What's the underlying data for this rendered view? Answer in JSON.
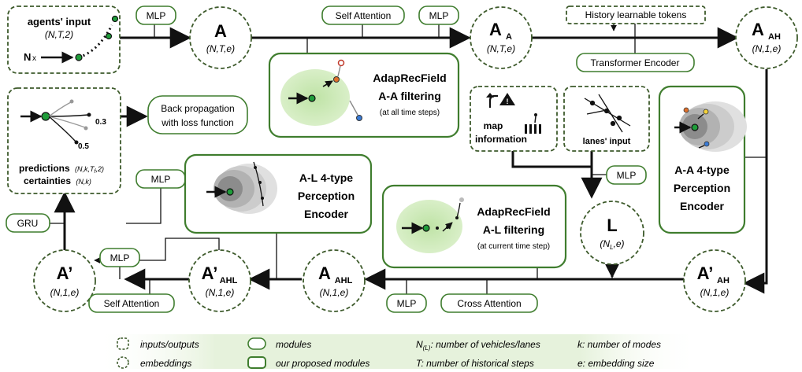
{
  "modules": {
    "mlp_agents": "MLP",
    "self_attention_top": "Self Attention",
    "mlp_top": "MLP",
    "history_tokens": "History learnable tokens",
    "transformer_encoder": "Transformer Encoder",
    "back_propagation_line1": "Back propagation",
    "back_propagation_line2": "with loss function",
    "mlp_lanes": "MLP",
    "mlp_gru": "MLP",
    "gru": "GRU",
    "mlp_bottom_left": "MLP",
    "self_attention_bottom": "Self Attention",
    "mlp_bottom_mid": "MLP",
    "cross_attention": "Cross Attention"
  },
  "inputs": {
    "agents_title": "agents' input",
    "agents_dims": "(N,T,2)",
    "agents_n": "N",
    "agents_x": "x",
    "map_line1": "map",
    "map_line2": "information",
    "lanes_title": "lanes' input",
    "predictions_label": "predictions",
    "predictions_dims": "(N,k,T",
    "predictions_dims_sub": "f",
    "predictions_dims_end": ",2)",
    "certainties_label": "certainties",
    "certainties_dims": "(N,k)",
    "pred_val_top": "0.3",
    "pred_val_bottom": "0.5"
  },
  "embeddings": {
    "A": {
      "main": "A",
      "sub": "",
      "dims": "(N,T,e)"
    },
    "AA": {
      "main": "A",
      "sub": "A",
      "dims": "(N,T,e)"
    },
    "AAH": {
      "main": "A",
      "sub": "AH",
      "dims": "(N,1,e)"
    },
    "L": {
      "main": "L",
      "sub": "",
      "dims_pre": "(N",
      "dims_sub": "L",
      "dims_post": ",e)"
    },
    "AprAH": {
      "main": "A’",
      "sub": "AH",
      "dims": "(N,1,e)"
    },
    "AAHL": {
      "main": "A",
      "sub": "AHL",
      "dims": "(N,1,e)"
    },
    "AprAHL": {
      "main": "A’",
      "sub": "AHL",
      "dims": "(N,1,e)"
    },
    "Apr": {
      "main": "A’",
      "sub": "",
      "dims": "(N,1,e)"
    }
  },
  "proposed": {
    "aa_filter_line1": "AdapRecField",
    "aa_filter_line2": "A-A filtering",
    "aa_filter_note": "(at all time steps)",
    "al_filter_line1": "AdapRecField",
    "al_filter_line2": "A-L filtering",
    "al_filter_note": "(at current time step)",
    "aa_perc_line1": "A-A 4-type",
    "aa_perc_line2": "Perception",
    "aa_perc_line3": "Encoder",
    "al_perc_line1": "A-L 4-type",
    "al_perc_line2": "Perception",
    "al_perc_line3": "Encoder"
  },
  "legend": {
    "inputs_outputs": "inputs/outputs",
    "embeddings": "embeddings",
    "modules": "modules",
    "proposed_modules": "our proposed modules",
    "n_def_pre": "N",
    "n_def_sub": "(L)",
    "n_def_post": ": number of vehicles/lanes",
    "t_def": "T: number of historical steps",
    "k_def": "k: number of  modes",
    "e_def": "e: embedding size"
  },
  "colors": {
    "module_border": "#3f7d2e",
    "dashed_border": "#3d5a2b",
    "field_green": "#cde8b5",
    "agent_dot": "#1f9d3a",
    "legend_band": "#e6f2dc"
  },
  "icons": [
    "arrow-turn-icon",
    "warning-icon",
    "pedestrian-crossing-icon",
    "lanes-icon"
  ]
}
